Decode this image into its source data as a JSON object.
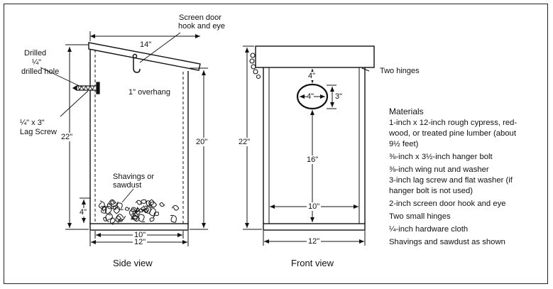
{
  "colors": {
    "ink": "#111111",
    "background": "#ffffff"
  },
  "side_view": {
    "caption": "Side view",
    "labels": {
      "drilled_line1": "Drilled",
      "drilled_line2": "¼\"",
      "drilled_line3": "drilled hole",
      "lag_line1": "¼\" x 3\"",
      "lag_line2": "Lag Screw",
      "hook_line1": "Screen door",
      "hook_line2": "hook and eye",
      "overhang": "1\" overhang",
      "shavings_line1": "Shavings or",
      "shavings_line2": "sawdust",
      "top_width": "14\"",
      "front_height": "22\"",
      "back_height": "20\"",
      "floor_inner": "10\"",
      "floor_outer": "12\"",
      "shavings_depth": "4\""
    }
  },
  "front_view": {
    "caption": "Front view",
    "labels": {
      "hinges": "Two hinges",
      "hole_top_offset": "4\"",
      "hole_width": "4\"",
      "hole_height": "3\"",
      "hole_to_floor": "16\"",
      "height": "22\"",
      "floor_inner": "10\"",
      "floor_outer": "12\""
    }
  },
  "materials": {
    "title": "Materials",
    "items": [
      "1-inch x 12-inch rough cypress, red-",
      "wood, or treated pine lumber (about",
      "9½ feet)",
      "⅜-inch x 3½-inch hanger bolt",
      "⅜-inch wing nut and washer",
      "3-inch lag screw and flat washer (if",
      "hanger bolt is not used)",
      "2-inch screen door hook and eye",
      "Two small hinges",
      "¼-inch hardware cloth",
      "Shavings and sawdust as shown"
    ]
  }
}
